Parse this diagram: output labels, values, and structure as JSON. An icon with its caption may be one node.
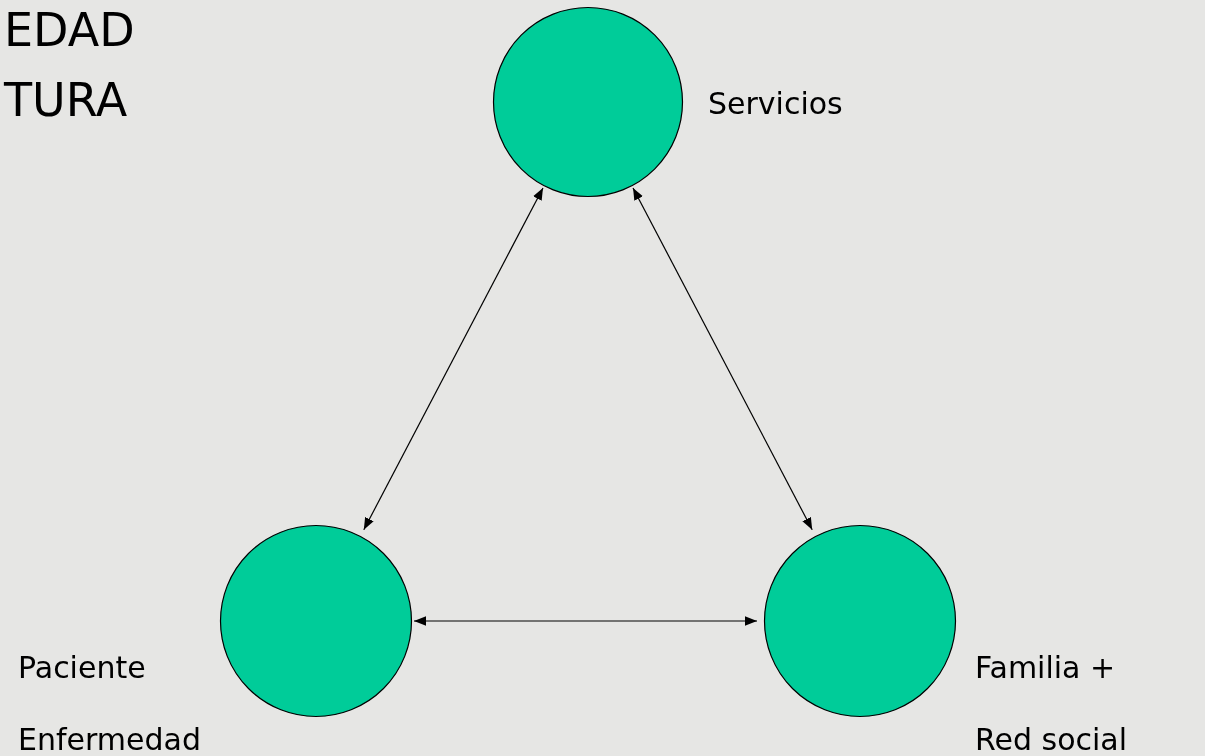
{
  "diagram": {
    "nodes": [
      {
        "text": [
          "Servicios"
        ]
      },
      {
        "text": [
          "Paciente Enfermedad"
        ]
      },
      {
        "text": [
          "Familia + Red social"
        ]
      }
    ],
    "edges": [
      {
        "from": 0,
        "to": 1,
        "arrow": "both"
      },
      {
        "from": 0,
        "to": 2,
        "arrow": "both"
      },
      {
        "from": 1,
        "to": 2,
        "arrow": "both"
      }
    ],
    "labels": [
      "EDAD",
      "TURA"
    ]
  }
}
